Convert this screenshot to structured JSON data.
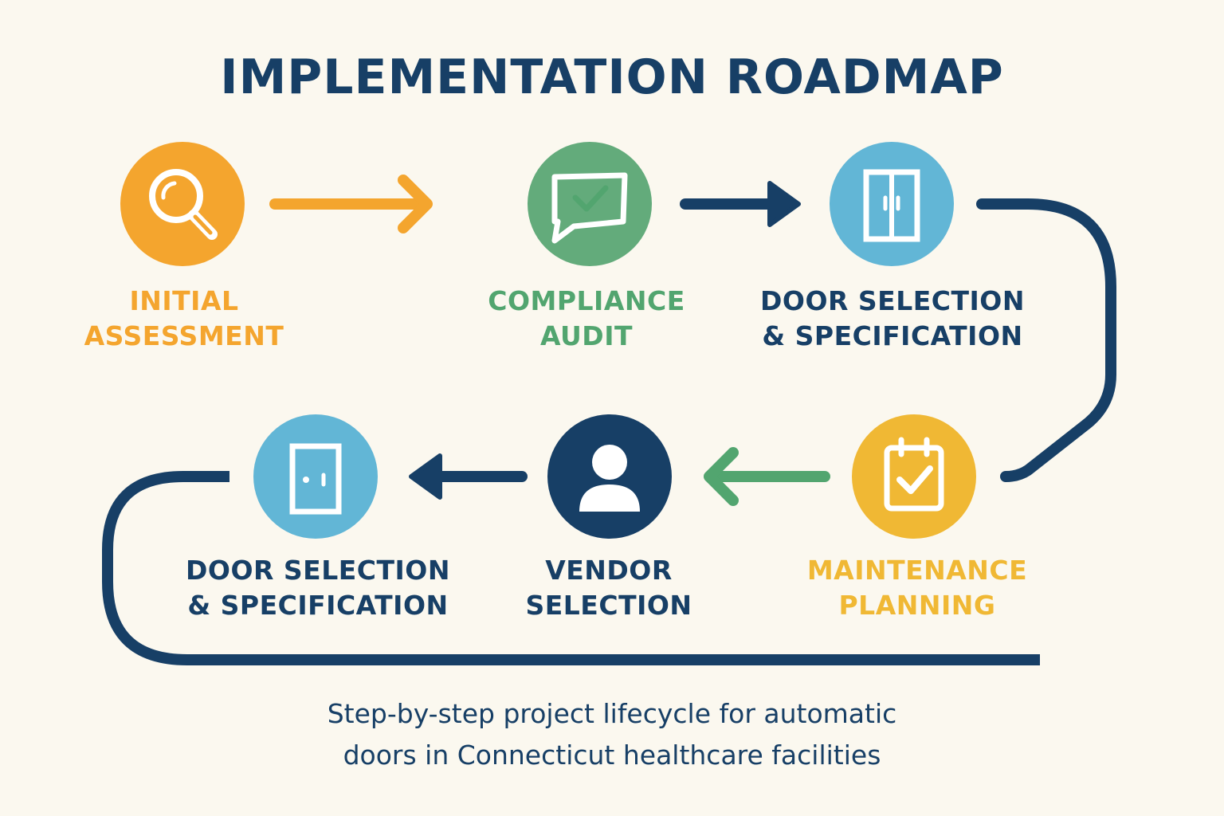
{
  "title": "IMPLEMENTATION ROADMAP",
  "colors": {
    "background": "#fbf8ef",
    "navy": "#173f66",
    "orange": "#f4a52e",
    "green": "#52a56f",
    "blue": "#62b6d6",
    "yellow": "#f0b834"
  },
  "steps": [
    {
      "line1": "INITIAL",
      "line2": "ASSESSMENT",
      "icon": "magnifier-icon",
      "color": "#f4a52e"
    },
    {
      "line1": "COMPLIANCE",
      "line2": "AUDIT",
      "icon": "checkmark-chat-icon",
      "color": "#52a56f"
    },
    {
      "line1": "DOOR SELECTION",
      "line2": "& SPECIFICATION",
      "icon": "double-door-icon",
      "color": "#173f66"
    },
    {
      "line1": "MAINTENANCE",
      "line2": "PLANNING",
      "icon": "clipboard-check-icon",
      "color": "#f0b834"
    },
    {
      "line1": "VENDOR",
      "line2": "SELECTION",
      "icon": "person-icon",
      "color": "#173f66"
    },
    {
      "line1": "DOOR SELECTION",
      "line2": "& SPECIFICATION",
      "icon": "single-door-icon",
      "color": "#173f66"
    }
  ],
  "caption": {
    "line1": "Step-by-step project lifecycle for automatic",
    "line2": "doors in Connecticut healthcare facilities"
  }
}
